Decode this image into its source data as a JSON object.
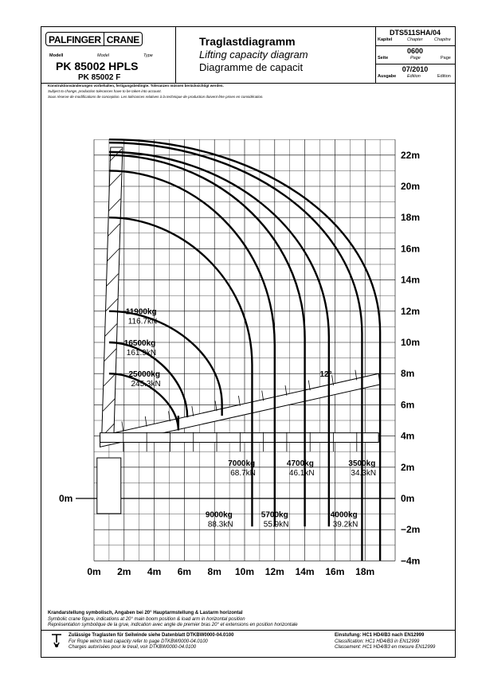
{
  "header": {
    "logo_left": "PALFINGER",
    "logo_right": "CRANE",
    "modell_labels": [
      "Modell",
      "Model",
      "Type"
    ],
    "model_main": "PK 85002 HPLS",
    "model_sub": "PK 85002 F",
    "title_de": "Traglastdiagramm",
    "title_en": "Lifting capacity diagram",
    "title_fr": "Diagramme de capacit",
    "doc_id": "DTS511SHA/04",
    "kapitel_labels": [
      "Kapitel",
      "Chapter",
      "Chapitre"
    ],
    "page_no": "0600",
    "seite_labels": [
      "Seite",
      "Page",
      "Page"
    ],
    "edition": "07/2010",
    "ausgabe_labels": [
      "Ausgabe",
      "Edition",
      "Edition"
    ]
  },
  "notes": [
    "Konstruktionsänderungen vorbehalten, fertigungsbedingte. Toleranzen müssen berücksichtigt werden.",
    "Subject to change, production tolerances have to be taken into account.",
    "Sous réserve de modifications de conception. Les tolérances relatives à la technique de production doivent être prises en considération."
  ],
  "chart_data": {
    "type": "diagram",
    "x_ticks": [
      "0m",
      "2m",
      "4m",
      "6m",
      "8m",
      "10m",
      "12m",
      "14m",
      "16m",
      "18m"
    ],
    "y_ticks": [
      "22m",
      "20m",
      "18m",
      "16m",
      "14m",
      "12m",
      "10m",
      "8m",
      "6m",
      "4m",
      "2m",
      "0m",
      "−2m",
      "−4m"
    ],
    "xlim": [
      0,
      20
    ],
    "ylim": [
      -4,
      23
    ],
    "angle_label": "12°",
    "capacity_curves": [
      {
        "reach_m": 5.6,
        "top_m": 8.0,
        "mass": "25000kg",
        "force": "245.3kN"
      },
      {
        "reach_m": 6.2,
        "top_m": 10.0,
        "mass": "16500kg",
        "force": "161.9kN"
      },
      {
        "reach_m": 8.5,
        "top_m": 12.0,
        "mass": "11900kg",
        "force": "116.7kN"
      },
      {
        "reach_m": 10.5,
        "top_m": 18.0,
        "mass": "9000kg",
        "force": "88.3kN"
      },
      {
        "reach_m": 12.0,
        "top_m": 21.0,
        "mass": "7000kg",
        "force": "68.7kN"
      },
      {
        "reach_m": 14.0,
        "top_m": 22.0,
        "mass": "5700kg",
        "force": "55.9kN"
      },
      {
        "reach_m": 15.6,
        "top_m": 22.2,
        "mass": "4700kg",
        "force": "46.1kN"
      },
      {
        "reach_m": 17.8,
        "top_m": 22.8,
        "mass": "4000kg",
        "force": "39.2kN"
      },
      {
        "reach_m": 19.0,
        "top_m": 23.0,
        "mass": "3500kg",
        "force": "34.3kN"
      }
    ]
  },
  "footer": {
    "line1": "Krandarstellung symbolisch, Angaben bei 20° Hauptarmstellung & Lastarm horizontal",
    "line2": "Symbolic crane figure, indications at 20° main boom position & load arm in horizontal position",
    "line3": "Représentation symbolique de la grue, indication avec angle de premier bras 20° et extensions en position horizontale",
    "winch1": "Zulässige Traglasten für Seilwinde siehe Datenblatt DTKBW0000-04.0100",
    "winch2": "For Rope winch load capacity refer to page DTKBW0000-04.0100",
    "winch3": "Charges autorisées pour le treuil, voir DTKBW0000-04.0100",
    "class1": "Einstufung: HC1 HD4/B3 nach EN12999",
    "class2": "Classification: HC1 HD4/B3 in EN12999",
    "class3": "Classement: HC1 HD4/B3 en mesure EN12999"
  }
}
